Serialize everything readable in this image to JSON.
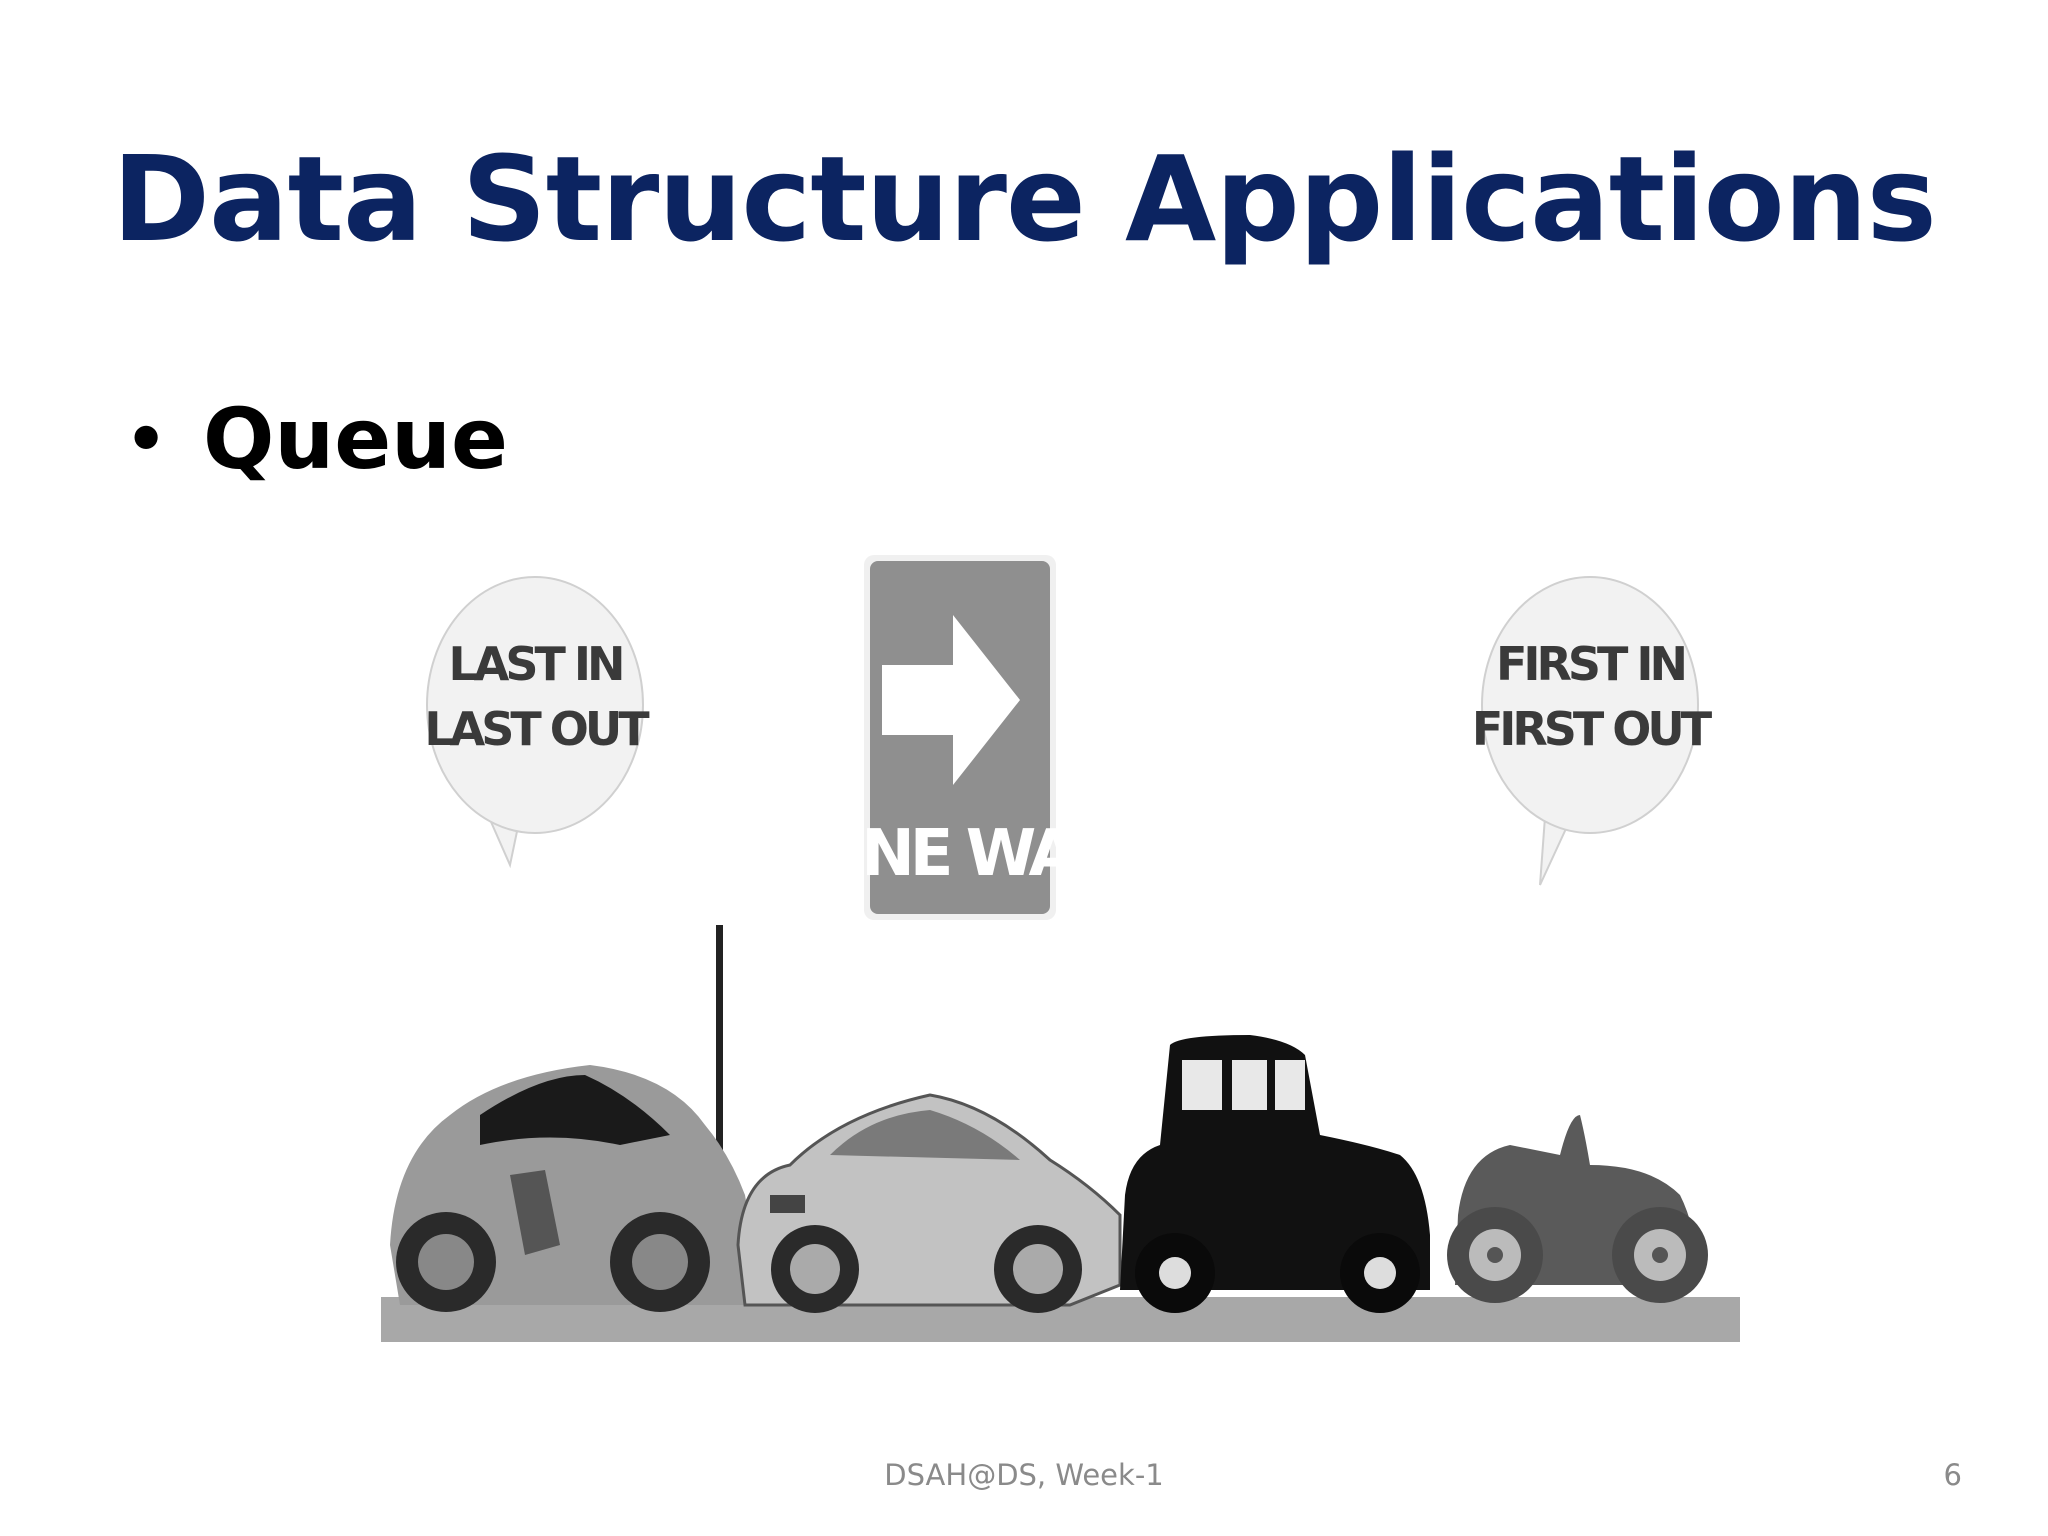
{
  "slide": {
    "title": "Data Structure Applications",
    "bullet": "Queue",
    "footer": "DSAH@DS, Week-1",
    "page_number": "6"
  },
  "illustration": {
    "left_bubble_line1": "LAST IN",
    "left_bubble_line2": "LAST OUT",
    "sign_text": "ONE WAY",
    "right_bubble_line1": "FIRST IN",
    "right_bubble_line2": "FIRST OUT",
    "icons": [
      "speech-bubble-icon",
      "one-way-sign-icon",
      "arrow-right-icon",
      "sports-car-icon",
      "sedan-car-icon",
      "vintage-car-icon",
      "roadster-car-icon"
    ],
    "colors": {
      "title": "#0c2461",
      "road": "#a8a8a8",
      "sign": "#8f8f8f",
      "bubble": "#f2f2f2"
    }
  }
}
